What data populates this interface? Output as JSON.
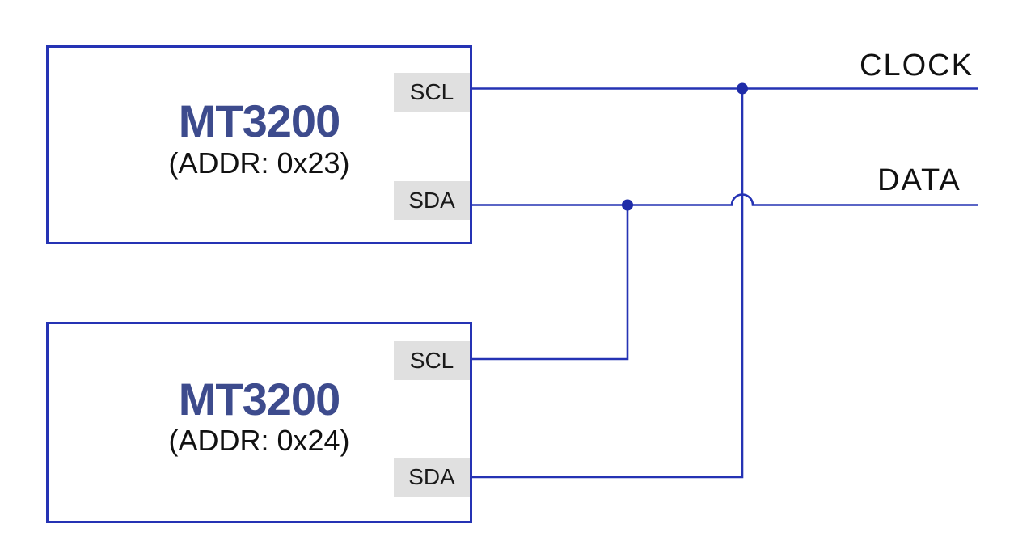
{
  "diagram": {
    "bus": {
      "clock_label": "CLOCK",
      "data_label": "DATA"
    },
    "devices": [
      {
        "name": "MT3200",
        "address": "(ADDR: 0x23)",
        "pins": [
          {
            "label": "SCL"
          },
          {
            "label": "SDA"
          }
        ]
      },
      {
        "name": "MT3200",
        "address": "(ADDR: 0x24)",
        "pins": [
          {
            "label": "SCL"
          },
          {
            "label": "SDA"
          }
        ]
      }
    ],
    "colors": {
      "wire": "#2533b4",
      "junction": "#1f2ca8",
      "device_name": "#3d4b8d",
      "pin_bg": "#e0e0e0",
      "text": "#111111",
      "canvas_bg": "#ffffff"
    }
  }
}
